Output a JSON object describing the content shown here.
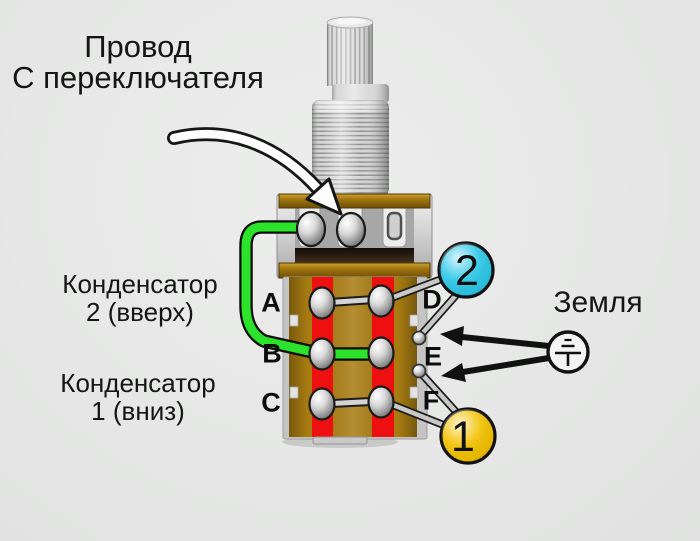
{
  "diagram": {
    "switch_wire_label": {
      "line1": "Провод",
      "line2": "С переключателя"
    },
    "capacitor_up_label": {
      "line1": "Конденсатор",
      "line2": "2 (вверх)"
    },
    "capacitor_down_label": {
      "line1": "Конденсатор",
      "line2": "1 (вниз)"
    },
    "ground_label": "Земля",
    "terminals": {
      "A": "A",
      "B": "B",
      "C": "C",
      "D": "D",
      "E": "E",
      "F": "F"
    },
    "badges": {
      "capacitor2": "2",
      "capacitor1": "1"
    },
    "icons": {
      "ground": "earth-ground-symbol-in-circle",
      "switch_wire_pointer": "white-outlined-curved-arrow",
      "ground_pointers": "black-solid-arrows"
    },
    "connections": [
      {
        "from": "switch-wire-arrow",
        "to": "middle-top-lug",
        "type": "pointer-arrow"
      },
      {
        "from": "left-top-lug",
        "to": "terminal-B",
        "type": "green-wire"
      },
      {
        "from": "terminal-B",
        "to": "terminal-E",
        "type": "green-wire"
      },
      {
        "from": "terminal-A",
        "to": "terminal-D",
        "type": "silver-jumper"
      },
      {
        "from": "terminal-C",
        "to": "terminal-F",
        "type": "silver-jumper"
      },
      {
        "from": "badge-2",
        "to": "terminal-D",
        "type": "silver-wire"
      },
      {
        "from": "badge-2",
        "to": "casing-ground-point-upper",
        "type": "silver-wire"
      },
      {
        "from": "badge-1",
        "to": "terminal-F",
        "type": "silver-wire"
      },
      {
        "from": "badge-1",
        "to": "casing-ground-point-lower",
        "type": "silver-wire"
      },
      {
        "from": "ground-symbol",
        "to": "casing-ground-point-upper",
        "type": "pointer-arrow"
      },
      {
        "from": "ground-symbol",
        "to": "casing-ground-point-lower",
        "type": "pointer-arrow"
      }
    ],
    "colors": {
      "background": "#e6e7e6",
      "wire_green": "#2ce32c",
      "badge2_cyan": "#2cc8e8",
      "badge1_yellow": "#f3c100",
      "stripe_red": "#ee1010",
      "pot_body_gold": "#a87c12",
      "metal_silver": "#c9c9c9",
      "ink": "#141414"
    }
  }
}
